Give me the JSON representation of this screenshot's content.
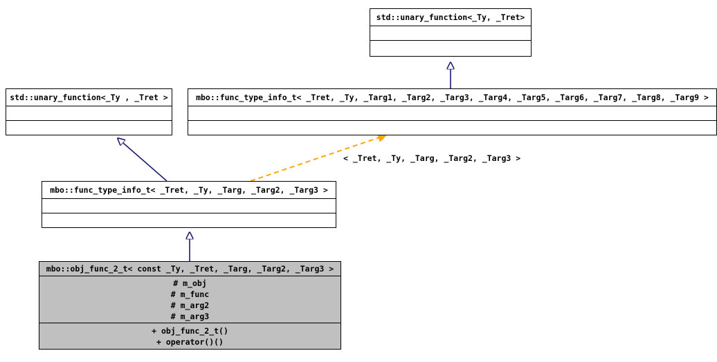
{
  "diagram": {
    "kind": "uml-class-inheritance-diagram",
    "background_color": "#ffffff",
    "inheritance_edge_color": "#191970",
    "usage_edge_color": "#ffa500",
    "filled_box_color": "#c0c0c0",
    "box_border_color": "#000000"
  },
  "nodes": {
    "std_unary_function_top": {
      "title": "std::unary_function<_Ty, _Tret>",
      "attributes": [],
      "operations": []
    },
    "std_unary_function_left": {
      "title": "std::unary_function<_Ty , _Tret >",
      "attributes": [],
      "operations": []
    },
    "mbo_func_type_info_t_9": {
      "title": "mbo::func_type_info_t< _Tret, _Ty, _Targ1, _Targ2, _Targ3, _Targ4, _Targ5, _Targ6, _Targ7, _Targ8, _Targ9 >",
      "attributes": [],
      "operations": []
    },
    "mbo_func_type_info_t_3": {
      "title": "mbo::func_type_info_t< _Tret, _Ty, _Targ, _Targ2, _Targ3 >",
      "attributes": [],
      "operations": []
    },
    "mbo_obj_func_2_t": {
      "title": "mbo::obj_func_2_t< const _Ty, _Tret, _Targ, _Targ2, _Targ3 >",
      "attributes": [
        "# m_obj",
        "# m_func",
        "# m_arg2",
        "# m_arg3"
      ],
      "operations": [
        "+ obj_func_2_t()",
        "+ operator()()"
      ]
    }
  },
  "edges": {
    "template_binding_label": "< _Tret, _Ty, _Targ, _Targ2, _Targ3 >"
  }
}
